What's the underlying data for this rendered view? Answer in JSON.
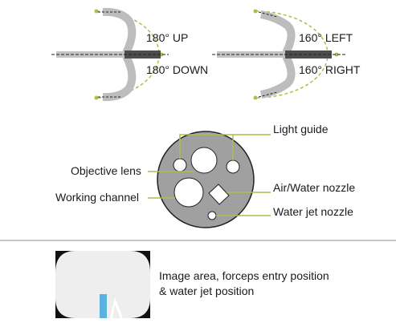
{
  "bending": {
    "up": "180° UP",
    "down": "180° DOWN",
    "left": "160° LEFT",
    "right": "160° RIGHT"
  },
  "distal_end": {
    "light_guide": "Light guide",
    "objective_lens": "Objective lens",
    "working_channel": "Working channel",
    "air_water_nozzle": "Air/Water nozzle",
    "water_jet_nozzle": "Water jet nozzle"
  },
  "image_area": {
    "caption_line1": "Image area, forceps entry position",
    "caption_line2": "& water jet position"
  },
  "colors": {
    "leader": "#a5c24a",
    "dashed_arc": "#a5c24a",
    "scope_body": "#b8b8b8",
    "scope_dark": "#4a4a4a",
    "tip_face": "#a0a0a0",
    "separator": "#b5b5b5",
    "water_jet": "#5bb3dd"
  }
}
